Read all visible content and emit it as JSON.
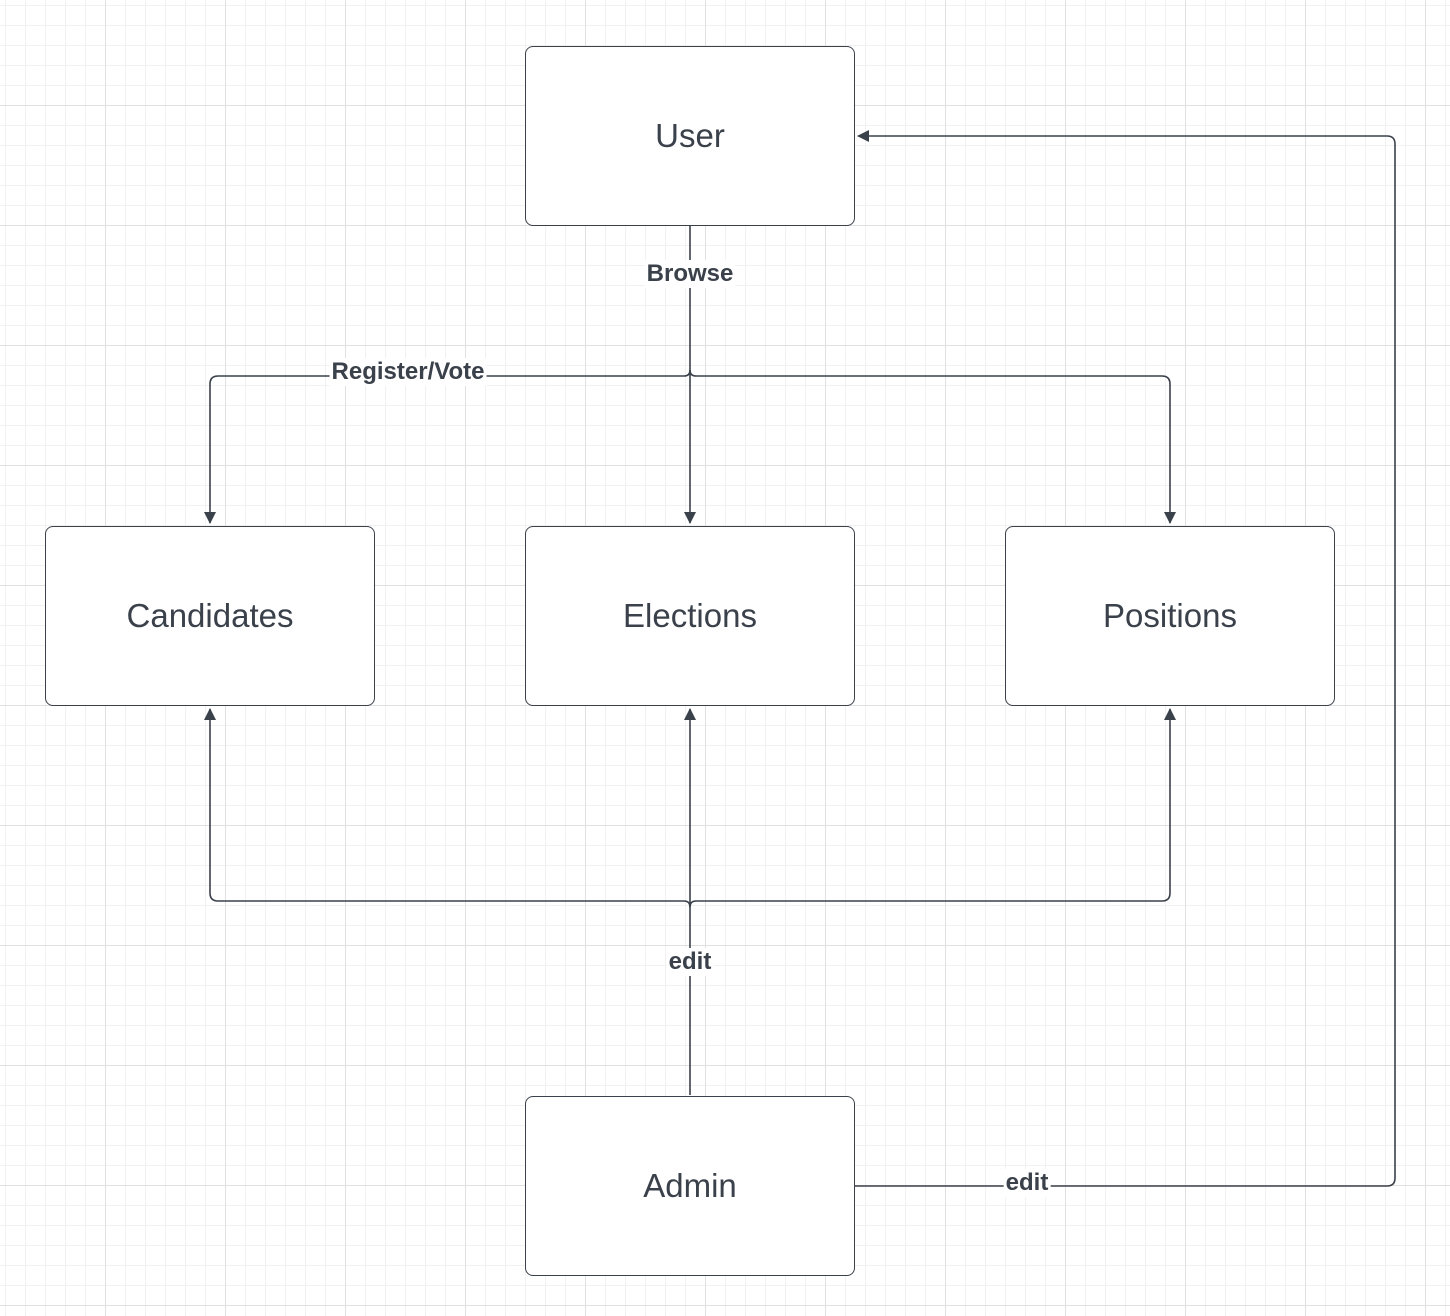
{
  "nodes": {
    "user": "User",
    "candidates": "Candidates",
    "elections": "Elections",
    "positions": "Positions",
    "admin": "Admin"
  },
  "edges": {
    "browse": "Browse",
    "register_vote": "Register/Vote",
    "edit_bottom": "edit",
    "edit_right": "edit"
  },
  "colors": {
    "stroke": "#3a414a",
    "background": "#ffffff",
    "grid": "#e0e0e0"
  }
}
